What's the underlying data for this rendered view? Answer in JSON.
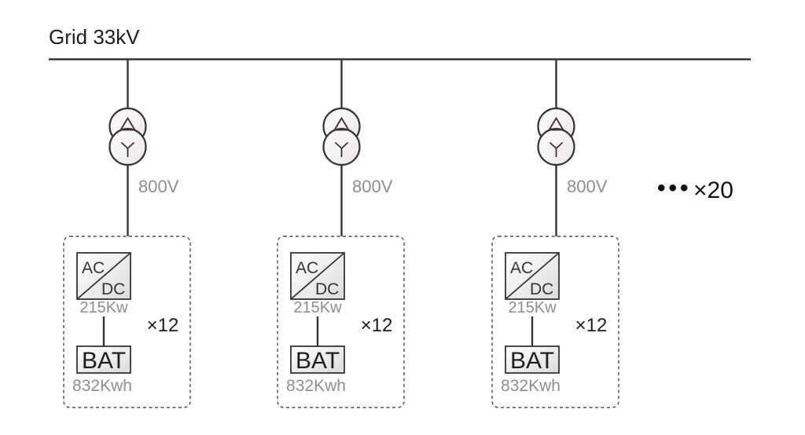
{
  "title": "Grid 33kV",
  "repeat": {
    "dots": "•••",
    "label": "×20"
  },
  "colors": {
    "line": "#3a3335",
    "muted_text": "#8e8e8e",
    "text": "#1f1d1d",
    "dashed_border": "#4c4c4c",
    "box_fill_start": "#ffffff",
    "box_fill_end": "#dcdcda"
  },
  "branches": [
    {
      "transformer": {
        "primary_winding": "delta",
        "secondary_winding": "wye"
      },
      "voltage": "800V",
      "converter": {
        "ac": "AC",
        "dc": "DC",
        "power": "215Kw"
      },
      "unit_count": "×12",
      "battery": {
        "label": "BAT",
        "capacity": "832Kwh"
      }
    },
    {
      "transformer": {
        "primary_winding": "delta",
        "secondary_winding": "wye"
      },
      "voltage": "800V",
      "converter": {
        "ac": "AC",
        "dc": "DC",
        "power": "215Kw"
      },
      "unit_count": "×12",
      "battery": {
        "label": "BAT",
        "capacity": "832Kwh"
      }
    },
    {
      "transformer": {
        "primary_winding": "delta",
        "secondary_winding": "wye"
      },
      "voltage": "800V",
      "converter": {
        "ac": "AC",
        "dc": "DC",
        "power": "215Kw"
      },
      "unit_count": "×12",
      "battery": {
        "label": "BAT",
        "capacity": "832Kwh"
      }
    }
  ]
}
